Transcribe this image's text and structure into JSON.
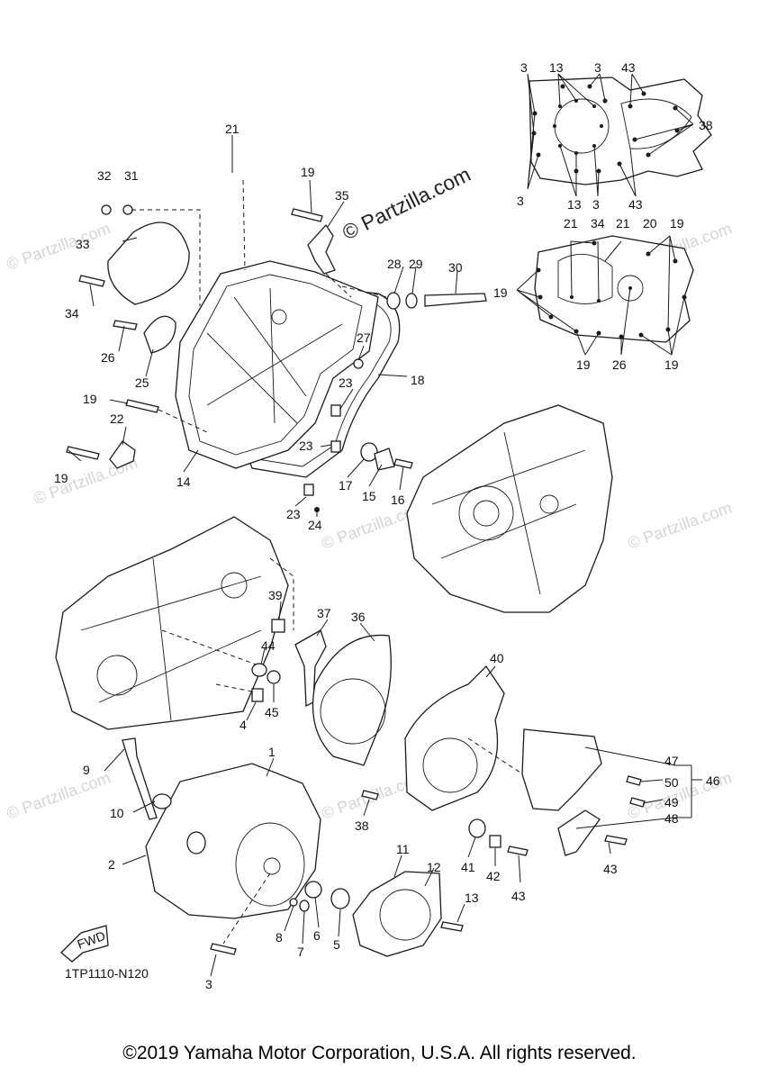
{
  "diagram": {
    "code": "1TP1110-N120",
    "copyright": "©2019 Yamaha Motor Corporation, U.S.A. All rights reserved.",
    "watermark": "© Partzilla.com",
    "fwd_label": "FWD"
  },
  "callouts": [
    {
      "id": "c21a",
      "text": "21"
    },
    {
      "id": "c32",
      "text": "32"
    },
    {
      "id": "c31",
      "text": "31"
    },
    {
      "id": "c19a",
      "text": "19"
    },
    {
      "id": "c35",
      "text": "35"
    },
    {
      "id": "c33",
      "text": "33"
    },
    {
      "id": "c28",
      "text": "28"
    },
    {
      "id": "c29",
      "text": "29"
    },
    {
      "id": "c30",
      "text": "30"
    },
    {
      "id": "c34a",
      "text": "34"
    },
    {
      "id": "c26a",
      "text": "26"
    },
    {
      "id": "c25",
      "text": "25"
    },
    {
      "id": "c27",
      "text": "27"
    },
    {
      "id": "c18",
      "text": "18"
    },
    {
      "id": "c23a",
      "text": "23"
    },
    {
      "id": "c19b",
      "text": "19"
    },
    {
      "id": "c22",
      "text": "22"
    },
    {
      "id": "c23b",
      "text": "23"
    },
    {
      "id": "c19c",
      "text": "19"
    },
    {
      "id": "c14",
      "text": "14"
    },
    {
      "id": "c17",
      "text": "17"
    },
    {
      "id": "c15",
      "text": "15"
    },
    {
      "id": "c16",
      "text": "16"
    },
    {
      "id": "c23c",
      "text": "23"
    },
    {
      "id": "c24",
      "text": "24"
    },
    {
      "id": "c39",
      "text": "39"
    },
    {
      "id": "c37",
      "text": "37"
    },
    {
      "id": "c36",
      "text": "36"
    },
    {
      "id": "c44",
      "text": "44"
    },
    {
      "id": "c40",
      "text": "40"
    },
    {
      "id": "c4",
      "text": "4"
    },
    {
      "id": "c45",
      "text": "45"
    },
    {
      "id": "c1",
      "text": "1"
    },
    {
      "id": "c9",
      "text": "9"
    },
    {
      "id": "c47",
      "text": "47"
    },
    {
      "id": "c50",
      "text": "50"
    },
    {
      "id": "c46",
      "text": "46"
    },
    {
      "id": "c49",
      "text": "49"
    },
    {
      "id": "c48",
      "text": "48"
    },
    {
      "id": "c10",
      "text": "10"
    },
    {
      "id": "c38b",
      "text": "38"
    },
    {
      "id": "c2",
      "text": "2"
    },
    {
      "id": "c11",
      "text": "11"
    },
    {
      "id": "c41",
      "text": "41"
    },
    {
      "id": "c42",
      "text": "42"
    },
    {
      "id": "c43c",
      "text": "43"
    },
    {
      "id": "c43d",
      "text": "43"
    },
    {
      "id": "c12",
      "text": "12"
    },
    {
      "id": "c13c",
      "text": "13"
    },
    {
      "id": "c8",
      "text": "8"
    },
    {
      "id": "c7",
      "text": "7"
    },
    {
      "id": "c6",
      "text": "6"
    },
    {
      "id": "c5",
      "text": "5"
    },
    {
      "id": "c3c",
      "text": "3"
    },
    {
      "id": "i3a",
      "text": "3"
    },
    {
      "id": "i13a",
      "text": "13"
    },
    {
      "id": "i3b",
      "text": "3"
    },
    {
      "id": "i43a",
      "text": "43"
    },
    {
      "id": "i38",
      "text": "38"
    },
    {
      "id": "i3c",
      "text": "3"
    },
    {
      "id": "i13b",
      "text": "13"
    },
    {
      "id": "i3d",
      "text": "3"
    },
    {
      "id": "i43b",
      "text": "43"
    },
    {
      "id": "j21a",
      "text": "21"
    },
    {
      "id": "j34",
      "text": "34"
    },
    {
      "id": "j21b",
      "text": "21"
    },
    {
      "id": "j20",
      "text": "20"
    },
    {
      "id": "j19a",
      "text": "19"
    },
    {
      "id": "j19b",
      "text": "19"
    },
    {
      "id": "j19c",
      "text": "19"
    },
    {
      "id": "j26",
      "text": "26"
    },
    {
      "id": "j19d",
      "text": "19"
    }
  ]
}
